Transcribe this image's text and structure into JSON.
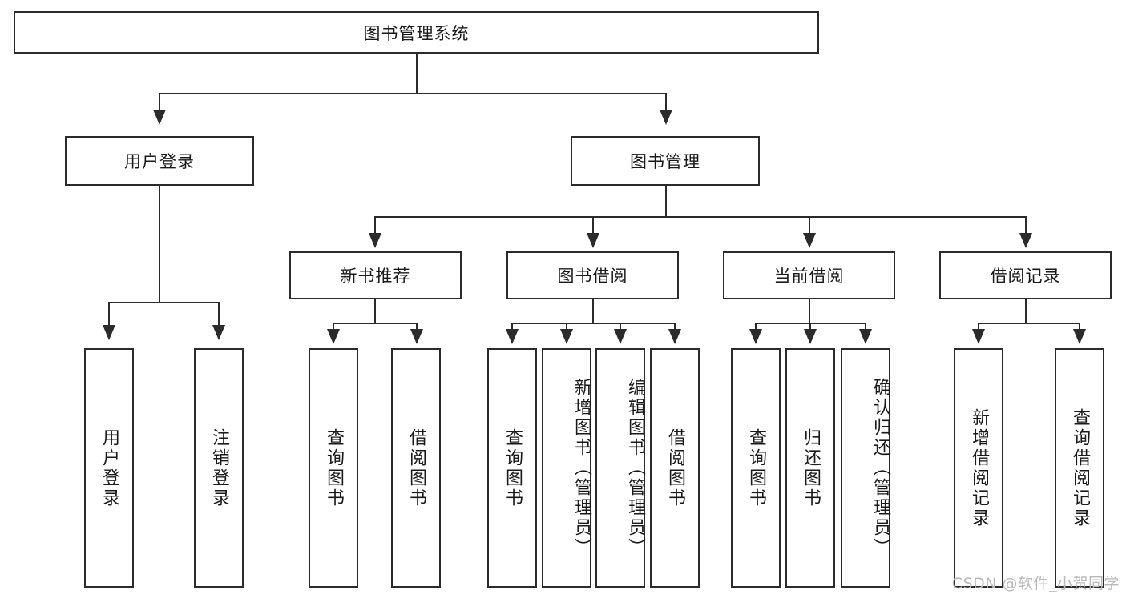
{
  "diagram": {
    "type": "tree-hierarchy-chart",
    "title": "图书管理系统",
    "watermark": "CSDN @软件_小贺同学",
    "colors": {
      "stroke": "#2b2b2b",
      "fill": "#ffffff",
      "text": "#1a1a1a",
      "watermark": "#b9b9b9"
    },
    "nodes": {
      "root": "图书管理系统",
      "level2": {
        "user_login": "用户登录",
        "book_manage": "图书管理"
      },
      "level3": {
        "new_book_rec": "新书推荐",
        "book_borrow": "图书借阅",
        "current_borrow": "当前借阅",
        "borrow_record": "借阅记录"
      },
      "leaves": {
        "user_login_1": "用户登录",
        "user_login_2": "注销登录",
        "new_book_rec_1": "查询图书",
        "new_book_rec_2": "借阅图书",
        "book_borrow_1": "查询图书",
        "book_borrow_2": "新增图书（管理员）",
        "book_borrow_3": "编辑图书（管理员）",
        "book_borrow_4": "借阅图书",
        "current_borrow_1": "查询图书",
        "current_borrow_2": "归还图书",
        "current_borrow_3": "确认归还（管理员）",
        "borrow_record_1": "新增借阅记录",
        "borrow_record_2": "查询借阅记录"
      }
    }
  }
}
